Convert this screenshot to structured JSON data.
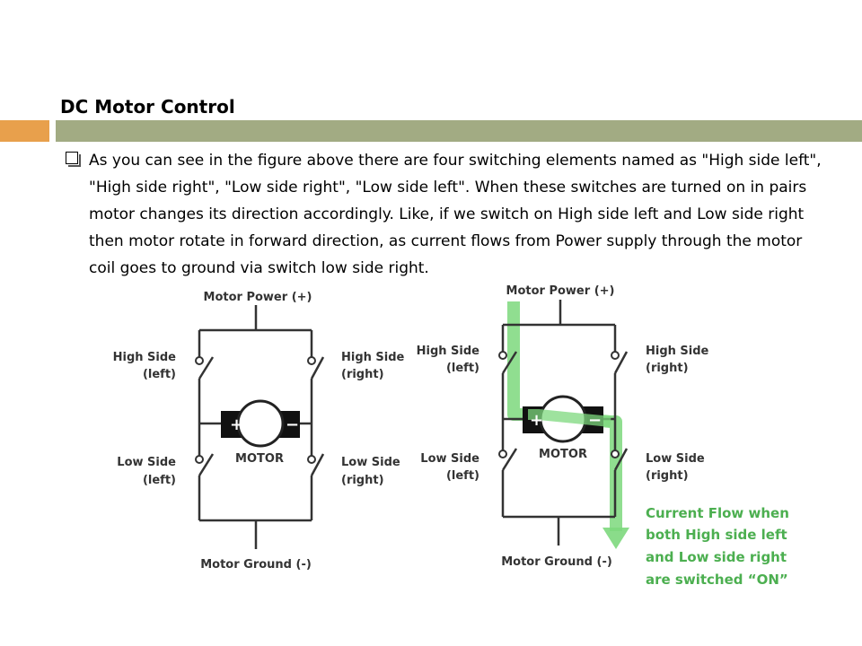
{
  "title": "DC Motor Control",
  "bullet_text": "As you can see in the figure above there are four switching elements named as \"High side left\", \"High side right\", \"Low side right\", \"Low side left\". When these switches are turned on in pairs motor changes its direction accordingly. Like, if we switch on High side left and Low side right then motor rotate in forward direction, as current flows from Power supply through the motor coil goes to ground via switch low side right.",
  "diagram_left": {
    "power": "Motor Power (+)",
    "ground": "Motor Ground (-)",
    "high_left": [
      "High Side",
      "(left)"
    ],
    "high_right": [
      "High Side",
      "(right)"
    ],
    "low_left": [
      "Low Side",
      "(left)"
    ],
    "low_right": [
      "Low Side",
      "(right)"
    ],
    "motor": "MOTOR",
    "plus": "+",
    "minus": "−"
  },
  "diagram_right": {
    "power": "Motor Power (+)",
    "ground": "Motor Ground (-)",
    "high_left": [
      "High Side",
      "(left)"
    ],
    "high_right": [
      "High Side",
      "(right)"
    ],
    "low_left": [
      "Low Side",
      "(left)"
    ],
    "low_right": [
      "Low Side",
      "(right)"
    ],
    "motor": "MOTOR",
    "plus": "+",
    "minus": "−",
    "flow_note": [
      "Current Flow when",
      "both High side left",
      "and Low side right",
      "are switched “ON”"
    ]
  },
  "colors": {
    "accent_orange": "#E8A04C",
    "accent_green_bar": "#A2AB83",
    "current_flow": "#4CAF50"
  }
}
